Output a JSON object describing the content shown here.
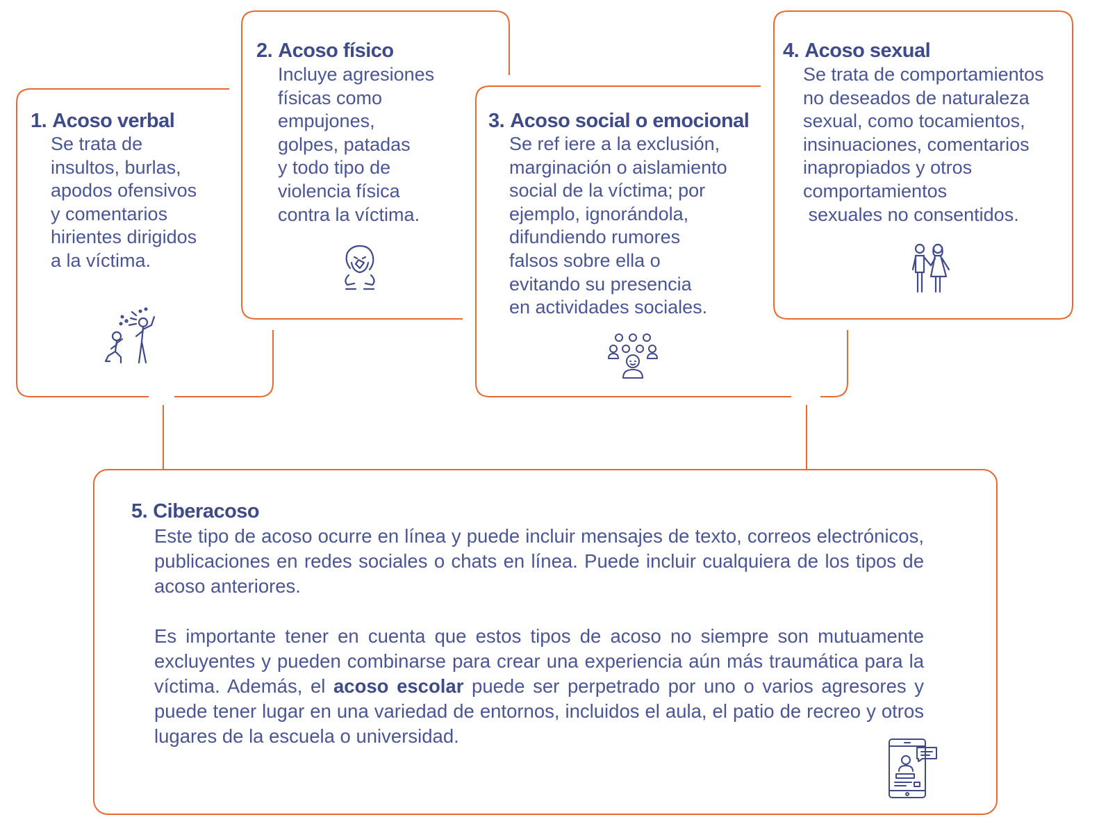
{
  "colors": {
    "border": "#e8692e",
    "title": "#3f4a8a",
    "text": "#4a5596",
    "icon": "#3f4a8a"
  },
  "cards": [
    {
      "number": "1.",
      "title": "Acoso verbal",
      "lines": [
        "Se trata de",
        "insultos, burlas,",
        "apodos ofensivos",
        "y comentarios",
        "hirientes dirigidos",
        "a la víctima."
      ],
      "icon": "shouting-people-icon"
    },
    {
      "number": "2.",
      "title": "Acoso físico",
      "lines": [
        "Incluye agresiones",
        "físicas como",
        "empujones,",
        "golpes, patadas",
        "y todo tipo de",
        "violencia física",
        "contra la víctima."
      ],
      "icon": "hurt-person-icon"
    },
    {
      "number": "3.",
      "title": "Acoso social o emocional",
      "lines": [
        "Se ref iere a la exclusión,",
        "marginación o aislamiento",
        "social de la víctima; por",
        "ejemplo, ignorándola,",
        "difundiendo rumores",
        "falsos sobre ella o",
        "evitando su presencia",
        "en actividades sociales."
      ],
      "icon": "isolated-person-group-icon"
    },
    {
      "number": "4.",
      "title": "Acoso sexual",
      "lines": [
        "Se trata de comportamientos",
        "no deseados de naturaleza",
        "sexual, como tocamientos,",
        "insinuaciones, comentarios",
        "inapropiados y otros",
        "comportamientos",
        " sexuales no consentidos."
      ],
      "icon": "man-woman-icon"
    }
  ],
  "cyber": {
    "number": "5.",
    "title": "Ciberacoso",
    "para1": "Este tipo de acoso ocurre en línea y puede incluir mensajes de texto, correos electrónicos, publicaciones en redes sociales o chats en línea. Puede incluir cualquiera de los tipos de acoso anteriores.",
    "para2_before": "Es importante tener en cuenta que estos tipos de acoso no siempre son mutuamente excluyentes y pueden combinarse para crear una experiencia aún más traumática para la víctima. Además, el ",
    "para2_bold": "acoso escolar",
    "para2_after": " puede ser perpetrado por uno o varios agresores y puede tener lugar en una variedad de entornos, incluidos el aula, el patio de recreo y otros lugares de la escuela o universidad.",
    "icon": "phone-chat-icon"
  }
}
